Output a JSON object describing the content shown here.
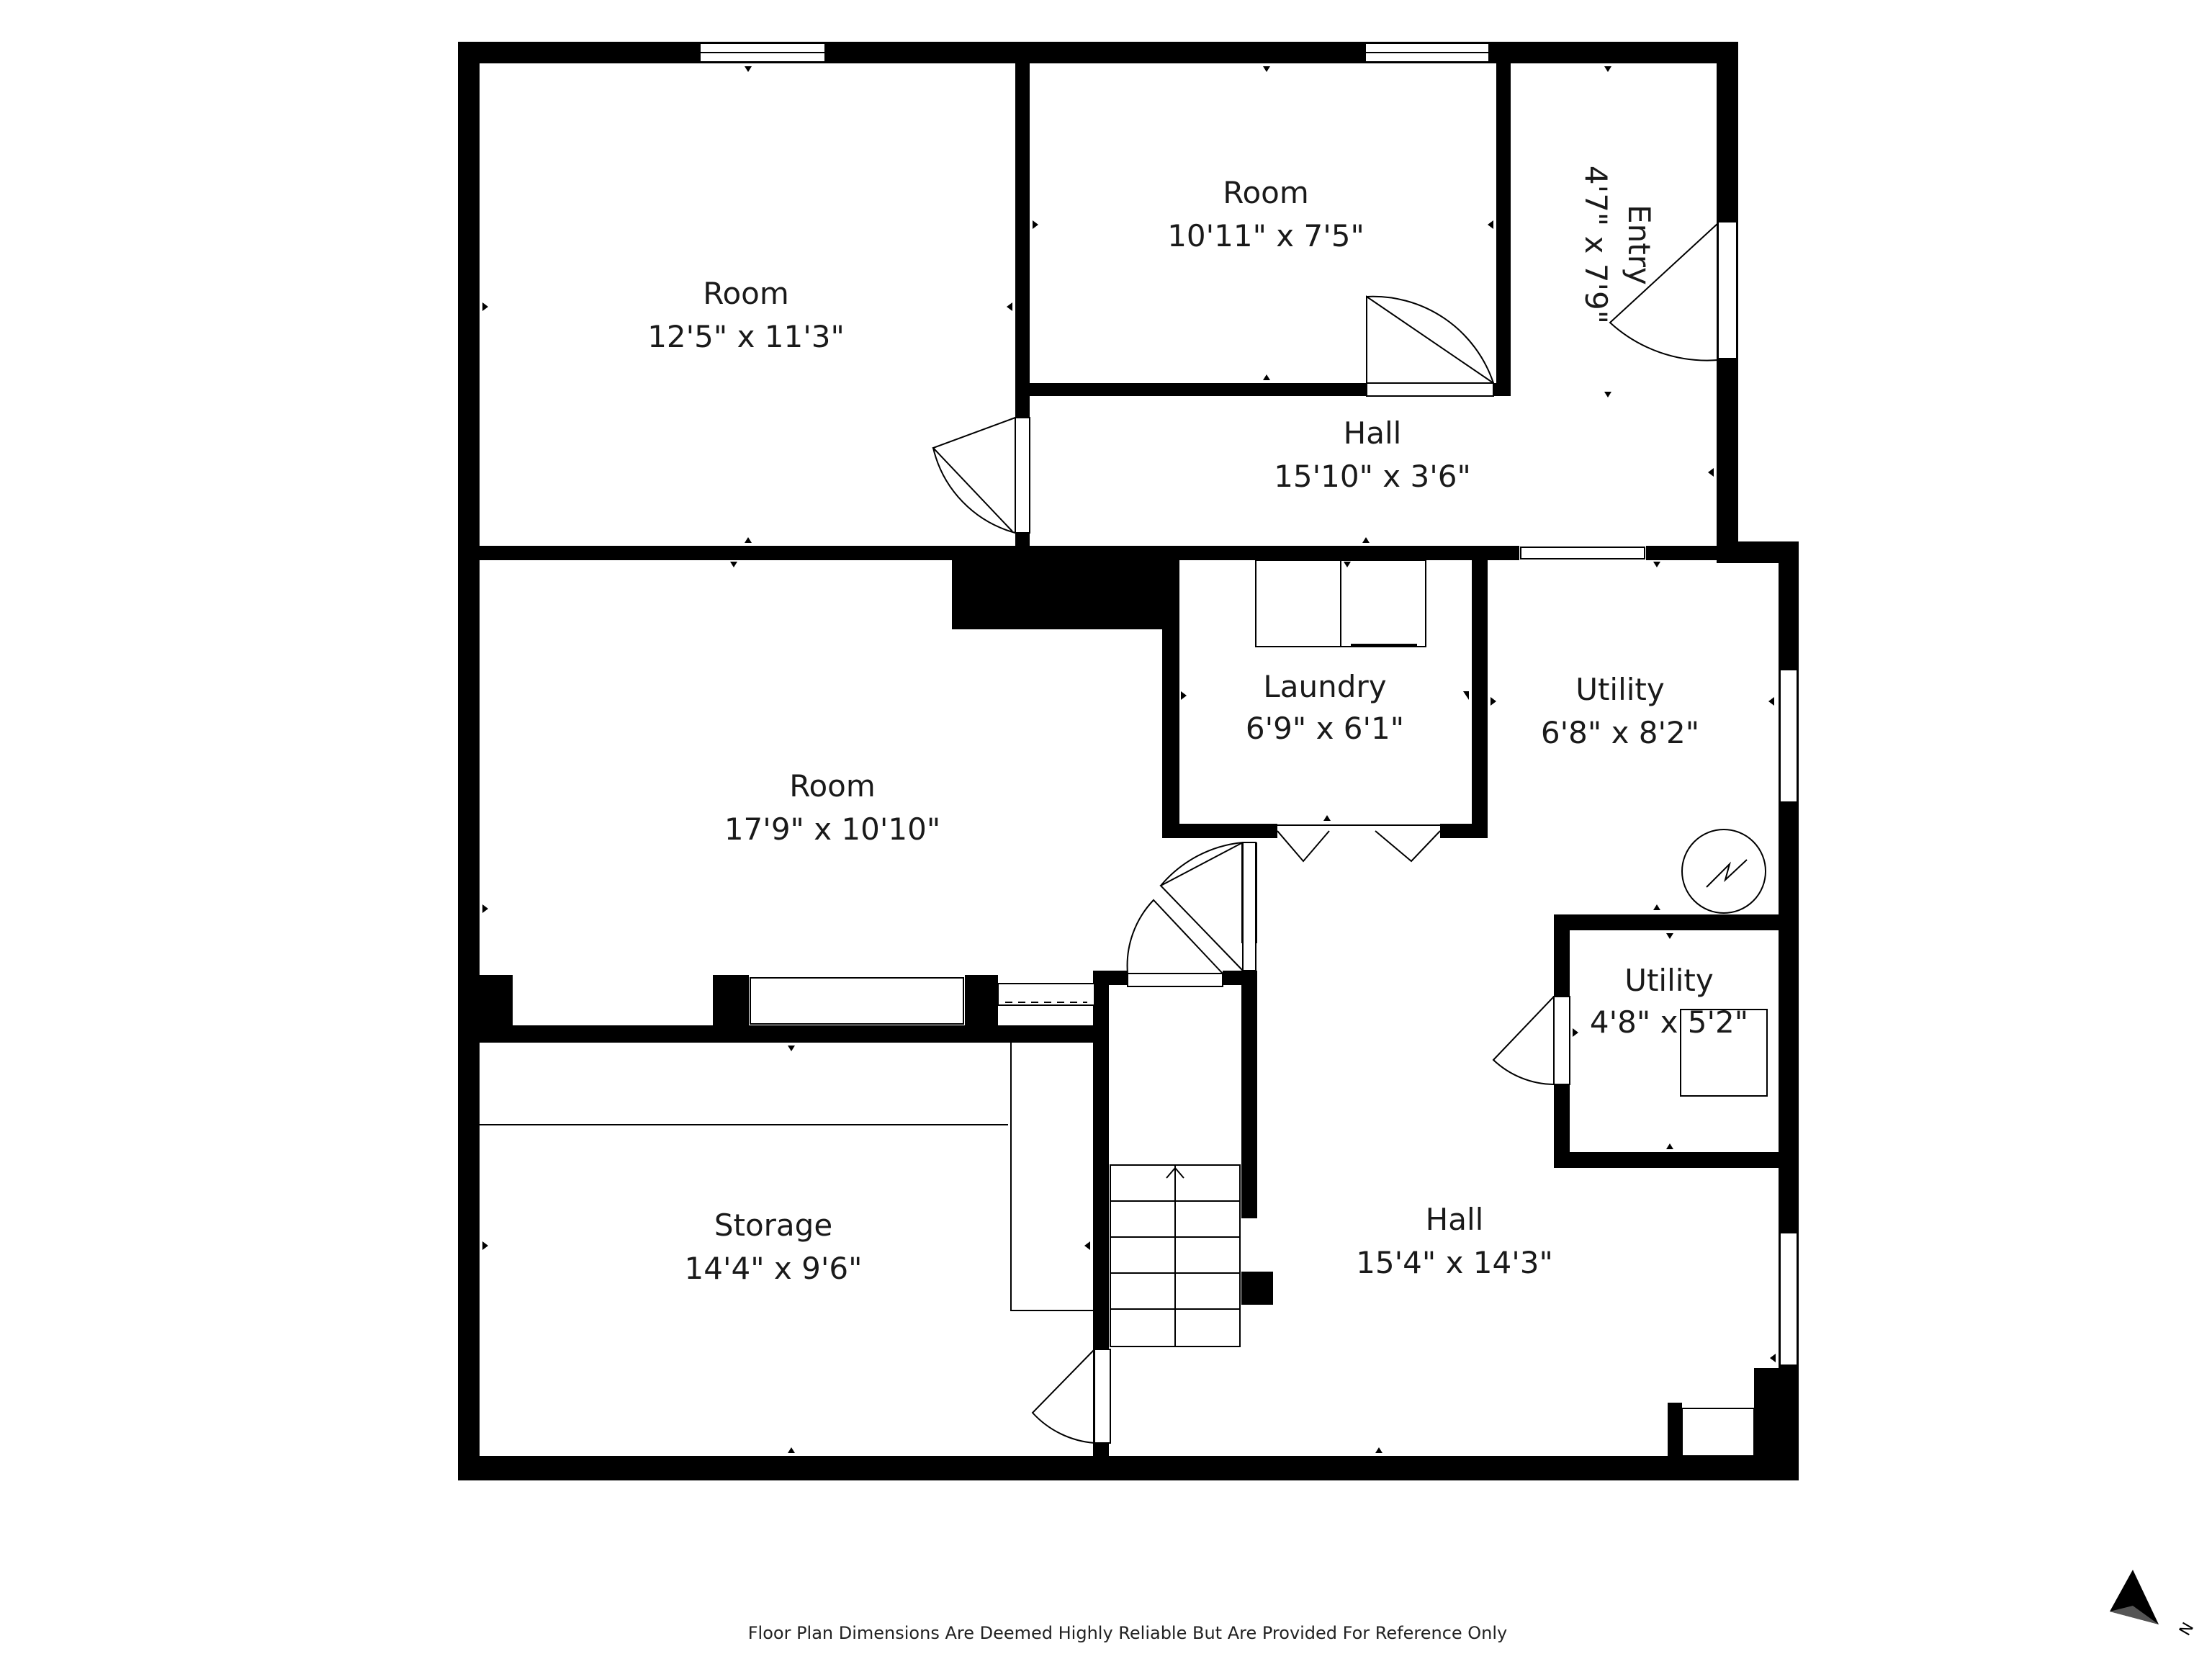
{
  "rooms": {
    "room_top_left": {
      "name": "Room",
      "dims": "12'5\" x 11'3\""
    },
    "room_top_mid": {
      "name": "Room",
      "dims": "10'11\" x 7'5\""
    },
    "entry": {
      "name": "Entry",
      "dims": "4'7\" x 7'9\""
    },
    "hall_top": {
      "name": "Hall",
      "dims": "15'10\" x 3'6\""
    },
    "room_mid": {
      "name": "Room",
      "dims": "17'9\" x 10'10\""
    },
    "laundry": {
      "name": "Laundry",
      "dims": "6'9\" x 6'1\""
    },
    "utility_1": {
      "name": "Utility",
      "dims": "6'8\" x 8'2\""
    },
    "utility_2": {
      "name": "Utility",
      "dims": "4'8\" x 5'2\""
    },
    "storage": {
      "name": "Storage",
      "dims": "14'4\" x 9'6\""
    },
    "hall_bottom": {
      "name": "Hall",
      "dims": "15'4\" x 14'3\""
    }
  },
  "footer": {
    "disclaimer": "Floor Plan Dimensions Are Deemed Highly Reliable But Are Provided For Reference Only"
  },
  "compass": {
    "label": "N"
  }
}
